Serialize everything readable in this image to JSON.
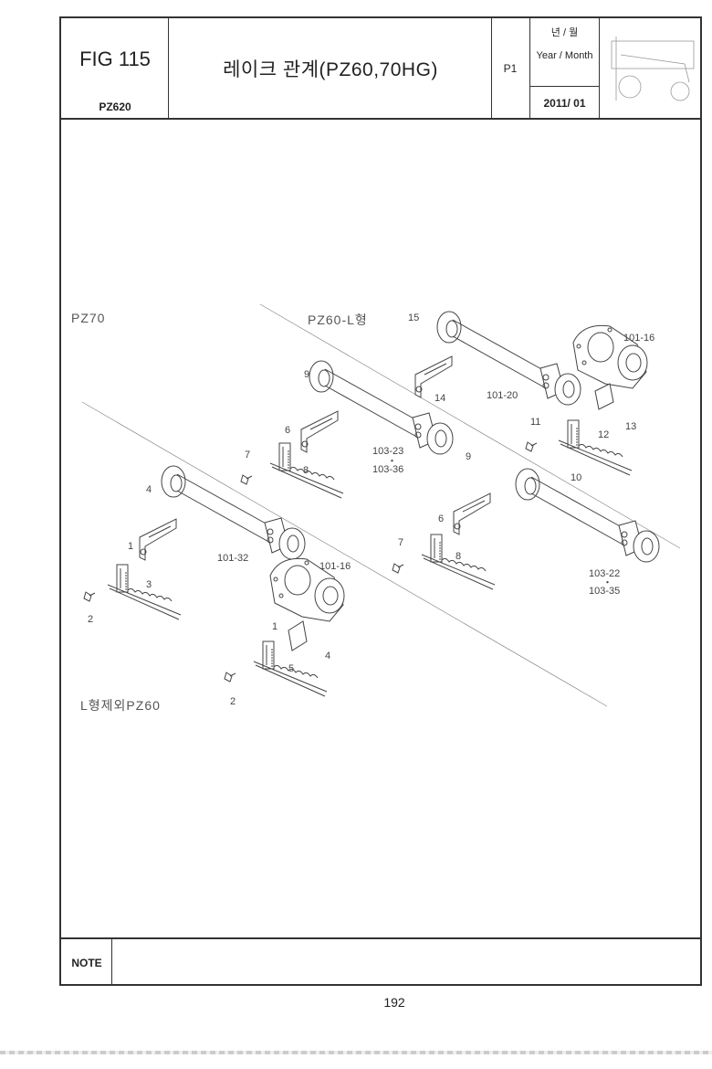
{
  "header": {
    "figure": "FIG 115",
    "model": "PZ620",
    "title": "레이크 관계(PZ60,70HG)",
    "page_code": "P1",
    "year_month_ko": "년 / 월",
    "year_month_en": "Year / Month",
    "year_month_value": "2011/ 01"
  },
  "diagram": {
    "groups": {
      "pz70": "PZ70",
      "pz60_l": "PZ60-L형",
      "pz60_excl_l": "L형제외PZ60"
    },
    "callouts": [
      "15",
      "101-16",
      "9",
      "14",
      "101-20",
      "11",
      "12",
      "13",
      "6",
      "103-23",
      "・",
      "103-36",
      "7",
      "8",
      "10",
      "9",
      "4",
      "6",
      "7",
      "8",
      "101-32",
      "101-16",
      "1",
      "3",
      "103-22",
      "・",
      "103-35",
      "2",
      "1",
      "5",
      "4",
      "2"
    ]
  },
  "footer": {
    "note_label": "NOTE",
    "page_number": "192"
  }
}
